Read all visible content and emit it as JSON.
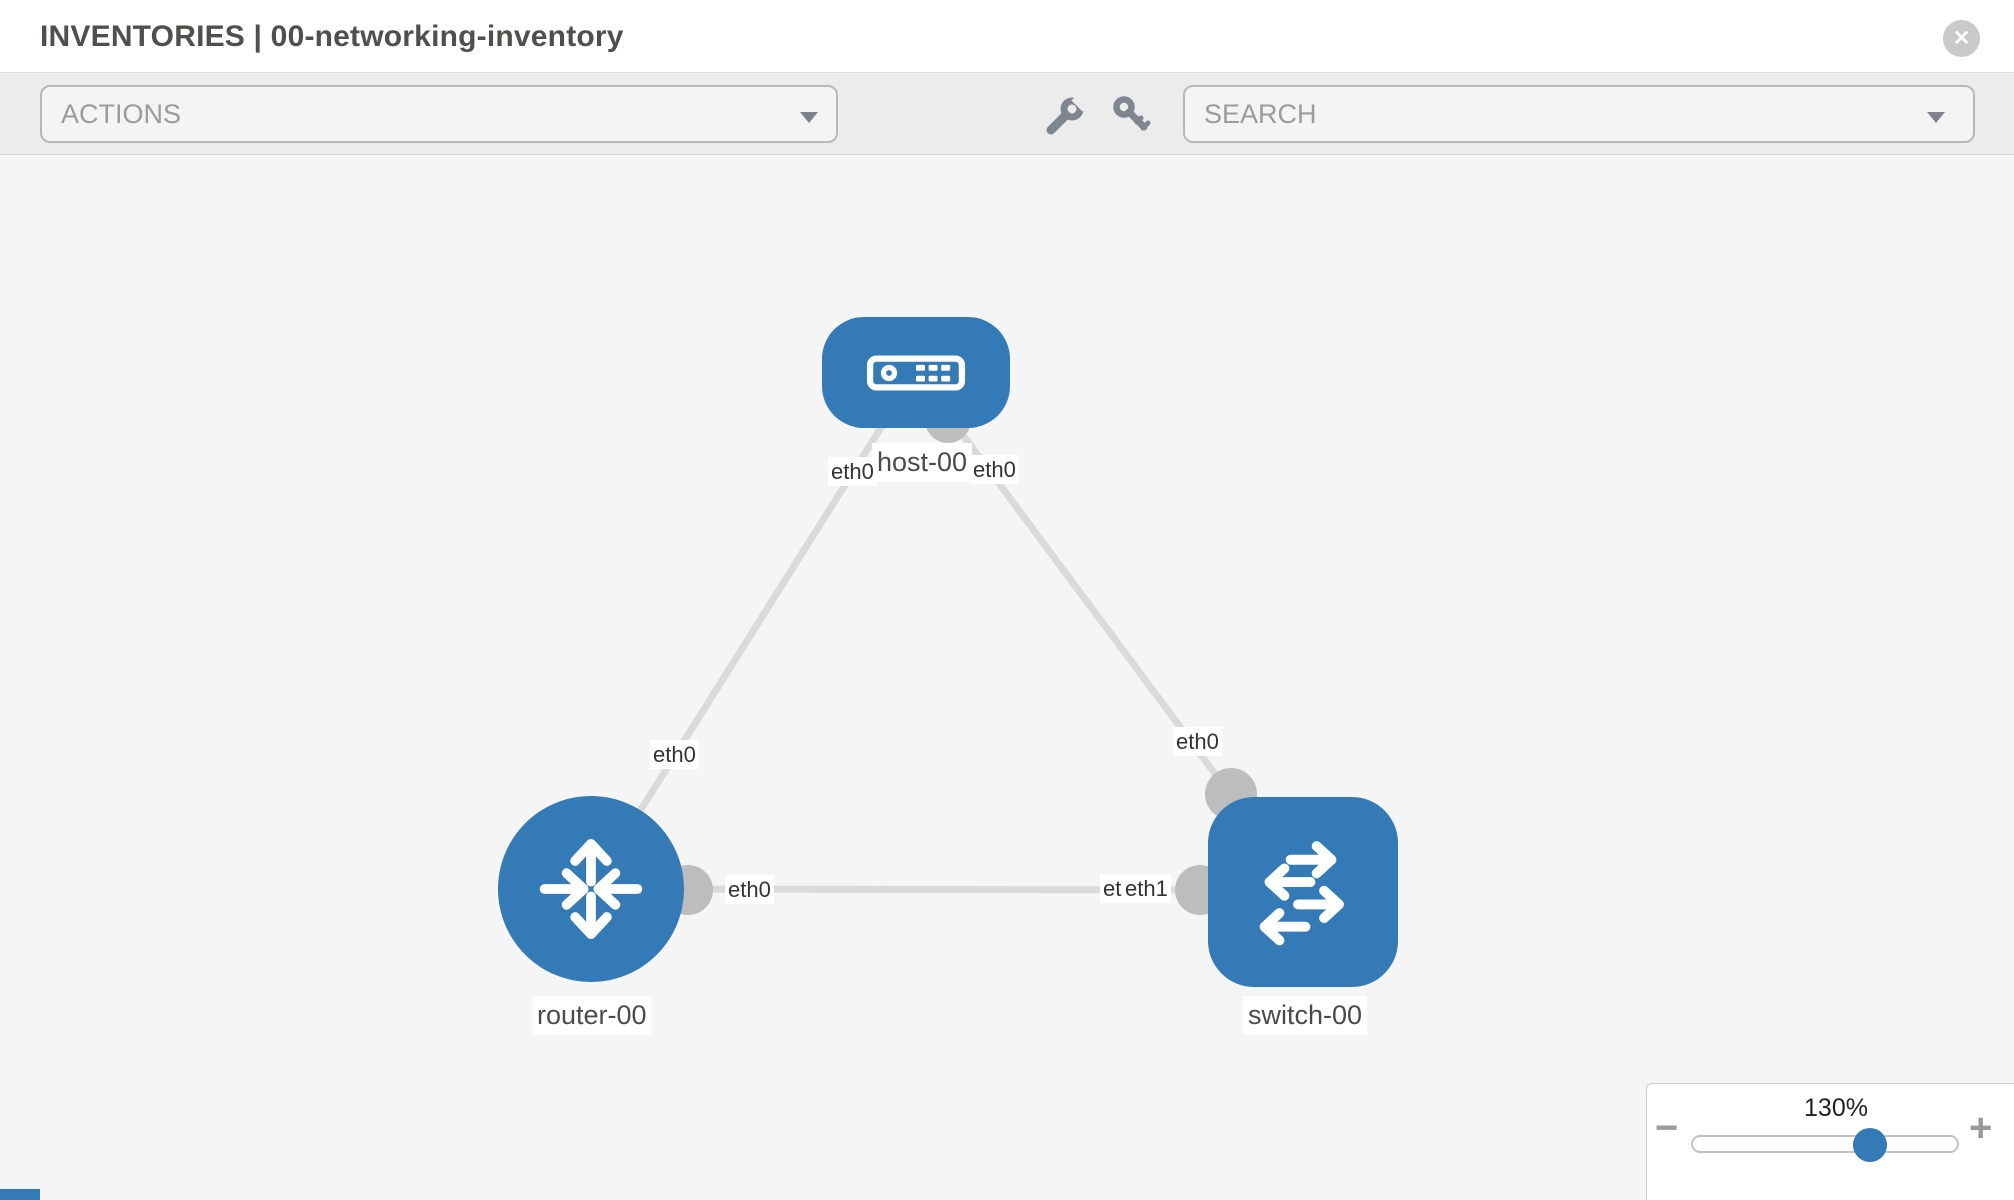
{
  "header": {
    "title": "INVENTORIES | 00-networking-inventory",
    "close_label": "✕"
  },
  "toolbar": {
    "actions_label": "ACTIONS",
    "search_label": "SEARCH",
    "icons": [
      "wrench-icon",
      "key-icon"
    ]
  },
  "canvas": {
    "nodes": [
      {
        "id": "host-00",
        "label": "host-00",
        "type": "host"
      },
      {
        "id": "router-00",
        "label": "router-00",
        "type": "router"
      },
      {
        "id": "switch-00",
        "label": "switch-00",
        "type": "switch"
      }
    ],
    "links": [
      {
        "from": "host-00",
        "to": "router-00",
        "from_port": "eth0",
        "to_port": "eth0"
      },
      {
        "from": "host-00",
        "to": "switch-00",
        "from_port": "eth0",
        "to_port": "eth0"
      },
      {
        "from": "router-00",
        "to": "switch-00",
        "from_port": "eth0",
        "to_port": "eth1"
      }
    ],
    "port_labels": [
      "eth0",
      "eth0",
      "eth0",
      "eth0",
      "eth0",
      "eth0",
      "eth1"
    ],
    "colors": {
      "node_blue": "#337ab7",
      "edge_gray": "#dadada",
      "interface_gray": "#bdbdbd",
      "canvas_background": "#f5f5f5"
    }
  },
  "zoom_control": {
    "value": "130%",
    "minus_label": "−",
    "plus_label": "+"
  }
}
